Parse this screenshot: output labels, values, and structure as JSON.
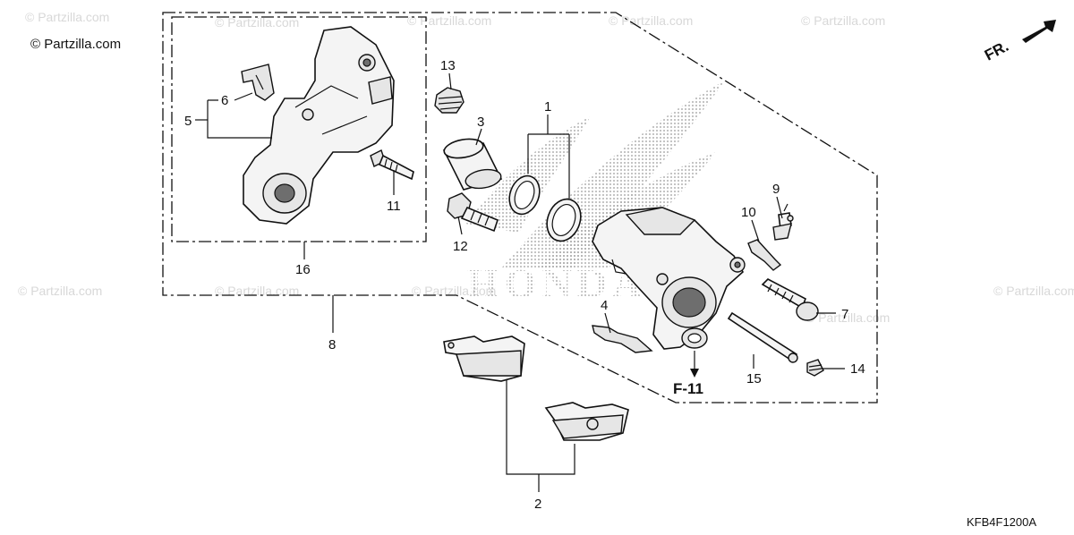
{
  "watermark": "© Partzilla.com",
  "diagram_code": "KFB4F1200A",
  "direction_label": "FR.",
  "reference_label": "F-11",
  "brand_mark": "HONDA",
  "callouts": {
    "c1": "1",
    "c2": "2",
    "c3": "3",
    "c4": "4",
    "c5": "5",
    "c6": "6",
    "c7": "7",
    "c8": "8",
    "c9": "9",
    "c10": "10",
    "c11": "11",
    "c12": "12",
    "c13": "13",
    "c14": "14",
    "c15": "15",
    "c16": "16"
  }
}
